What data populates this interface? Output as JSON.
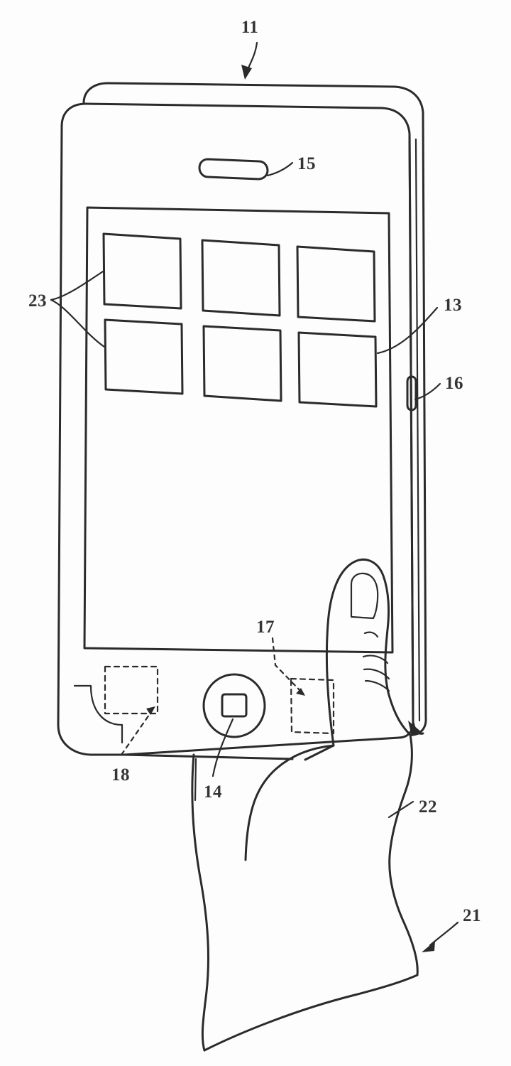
{
  "figure": {
    "type": "patent-line-drawing",
    "subject": "handheld electronic device held in a user's hand",
    "background_color": "#fdfdfd",
    "ink_color": "#2b2b2b"
  },
  "reference_numerals": {
    "device": {
      "id": "11",
      "label": "11",
      "kind": "arrow-curved",
      "description": "electronic device overall"
    },
    "display": {
      "id": "13",
      "label": "13",
      "kind": "leader-curve",
      "description": "display screen"
    },
    "home_button": {
      "id": "14",
      "label": "14",
      "kind": "leader-curve",
      "description": "home button"
    },
    "speaker": {
      "id": "15",
      "label": "15",
      "kind": "leader-curve",
      "description": "earpiece speaker slot"
    },
    "side_button": {
      "id": "16",
      "label": "16",
      "kind": "leader-curve",
      "description": "side button"
    },
    "sensor_right": {
      "id": "17",
      "label": "17",
      "kind": "leader-dashed",
      "description": "hidden sensor region right"
    },
    "sensor_left": {
      "id": "18",
      "label": "18",
      "kind": "leader-dashed",
      "description": "hidden sensor region left"
    },
    "hand": {
      "id": "21",
      "label": "21",
      "kind": "arrow-curved",
      "description": "user hand"
    },
    "thumb": {
      "id": "22",
      "label": "22",
      "kind": "leader-tick",
      "description": "thumb / finger"
    },
    "icons": {
      "id": "23",
      "label": "23",
      "kind": "leader-branch",
      "description": "selectable icons on display"
    }
  },
  "device_parts": {
    "body": "rounded rectangular housing with visible side edge",
    "display_bezel": "inner rectangular display area",
    "icon_grid": {
      "rows": 2,
      "columns": 3,
      "count": 6,
      "items": [
        {
          "name": "icon-r1c1"
        },
        {
          "name": "icon-r1c2"
        },
        {
          "name": "icon-r1c3"
        },
        {
          "name": "icon-r2c1"
        },
        {
          "name": "icon-r2c2"
        },
        {
          "name": "icon-r2c3"
        }
      ]
    },
    "speaker_slot": "rounded pill shape near top of front face",
    "home_button": "circle enclosing a rounded square",
    "side_button": "small vertical pill on right edge",
    "hidden_regions": [
      {
        "name": "hidden-region-left",
        "style": "dashed rectangle",
        "ref": "18"
      },
      {
        "name": "hidden-region-right",
        "style": "dashed rectangle",
        "ref": "17"
      }
    ]
  },
  "hand_parts": {
    "thumb": "thumb with nail and two knuckle creases pressing against right edge",
    "palm": "palm and curled fingers supporting the device from below"
  }
}
